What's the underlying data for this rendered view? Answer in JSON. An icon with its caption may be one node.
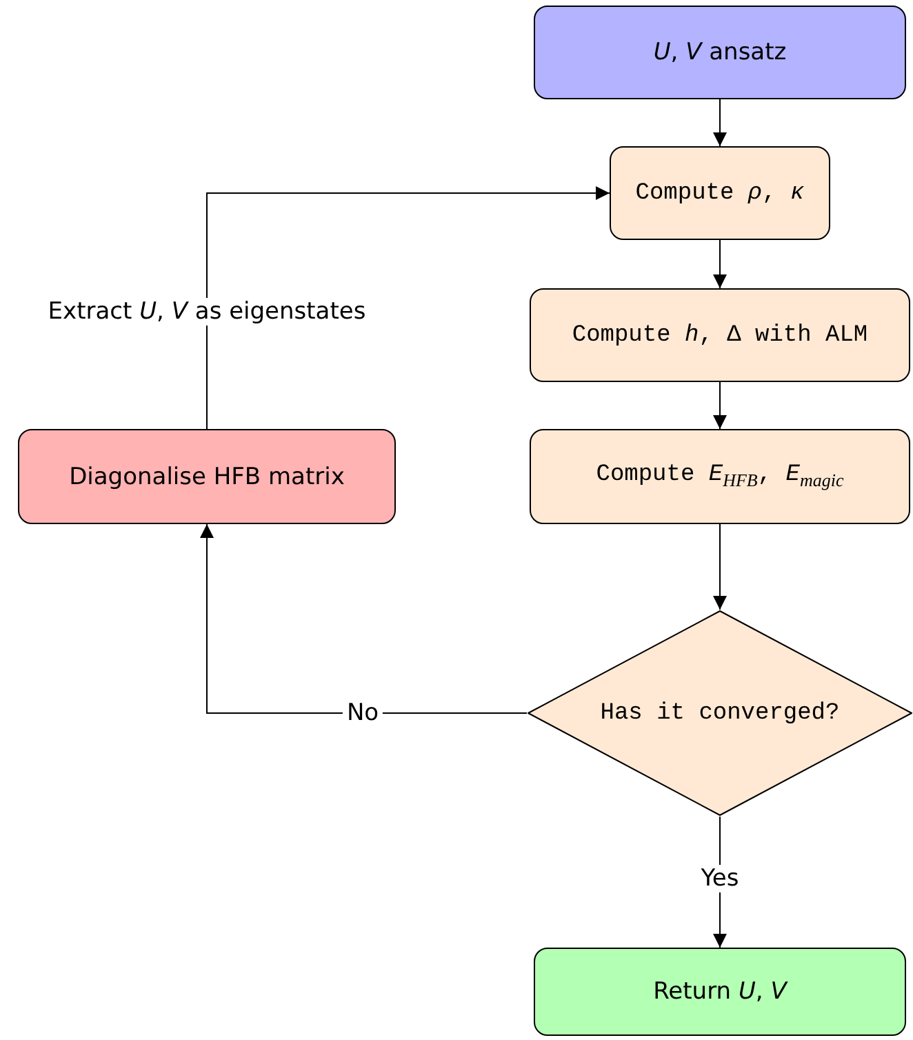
{
  "diagram": {
    "nodes": [
      {
        "text": [
          "*U*, *V* ansatz"
        ]
      },
      {
        "text": [
          "Compute *ρ*, *κ*"
        ]
      },
      {
        "text": [
          "Compute *h*, Δ with ALM"
        ]
      },
      {
        "text": [
          "Compute *E*$_{HFB}$, *E*$_{magic}$"
        ]
      },
      {
        "text": [
          "Has it converged?"
        ]
      },
      {
        "text": [
          "Return *U*, *V*"
        ]
      },
      {
        "text": [
          "Diagonalise HFB matrix"
        ]
      }
    ],
    "edges": [
      {
        "from": 0,
        "to": 1,
        "arrow": "to"
      },
      {
        "from": 1,
        "to": 2,
        "arrow": "to"
      },
      {
        "from": 2,
        "to": 3,
        "arrow": "to"
      },
      {
        "from": 3,
        "to": 4,
        "arrow": "to"
      },
      {
        "from": 4,
        "to": 5,
        "arrow": "to",
        "label": "Yes"
      },
      {
        "from": 4,
        "to": 6,
        "arrow": "to",
        "label": "No"
      },
      {
        "from": 6,
        "to": 1,
        "arrow": "to",
        "label": "Extract *U*, *V* as eigenstates"
      }
    ]
  }
}
